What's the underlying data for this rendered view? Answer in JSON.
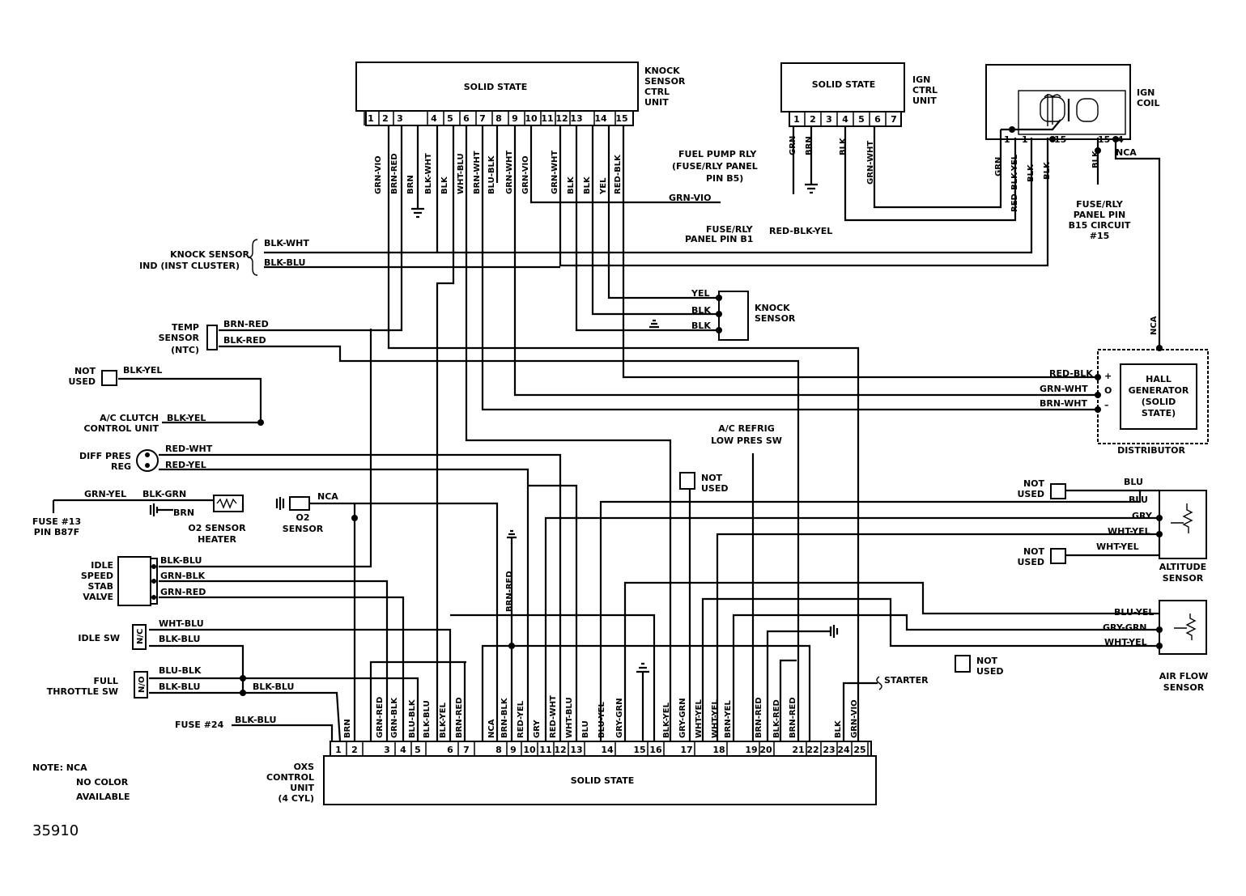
{
  "figure_id": "35910",
  "note": {
    "l1": "NOTE:  NCA",
    "l2": "NO COLOR",
    "l3": "AVAILABLE"
  },
  "knock_unit": {
    "title": "SOLID STATE",
    "name": [
      "KNOCK",
      "SENSOR",
      "CTRL",
      "UNIT"
    ],
    "pins": [
      "1",
      "2",
      "3",
      "4",
      "5",
      "6",
      "7",
      "8",
      "9",
      "10",
      "11",
      "12",
      "13",
      "14",
      "15"
    ],
    "wires": [
      "GRN-VIO",
      "BRN-RED",
      "BRN",
      "BLK-WHT",
      "BLK",
      "WHT-BLU",
      "BRN-WHT",
      "BLU-BLK",
      "GRN-WHT",
      "GRN-VIO",
      "GRN-WHT",
      "BLK",
      "BLK",
      "YEL",
      "RED-BLK"
    ]
  },
  "ign_unit": {
    "title": "SOLID STATE",
    "name": [
      "IGN",
      "CTRL",
      "UNIT"
    ],
    "pins": [
      "1",
      "2",
      "3",
      "4",
      "5",
      "6",
      "7"
    ],
    "wires": [
      "GRN",
      "BRN",
      "BLK",
      "GRN-WHT"
    ]
  },
  "ign_coil": {
    "name": [
      "IGN",
      "COIL"
    ],
    "pins": [
      "1",
      "1",
      "15",
      "15",
      "4"
    ],
    "wires": [
      "GRN",
      "RED-BLK-YEL",
      "BLK",
      "BLK",
      "BLK",
      "NCA"
    ]
  },
  "fuse_rly": {
    "l1": "FUSE/RLY",
    "l2": "PANEL PIN",
    "l3": "B15 CIRCUIT",
    "l4": "#15"
  },
  "fuel_pump": {
    "l1": "FUEL PUMP RLY",
    "l2": "(FUSE/RLY PANEL",
    "l3": "PIN B5)",
    "wire": "GRN-VIO"
  },
  "fuse_b1": {
    "l1": "FUSE/RLY",
    "l2": "PANEL PIN B1",
    "wire": "RED-BLK-YEL"
  },
  "knock_ind": {
    "l1": "KNOCK SENSOR",
    "l2": "IND (INST CLUSTER)",
    "w1": "BLK-WHT",
    "w2": "BLK-BLU"
  },
  "knock_sensor": {
    "name": [
      "KNOCK",
      "SENSOR"
    ],
    "wires": [
      "YEL",
      "BLK",
      "BLK"
    ]
  },
  "temp_sensor": {
    "name": [
      "TEMP",
      "SENSOR",
      "(NTC)"
    ],
    "wires": [
      "BRN-RED",
      "BLK-RED"
    ]
  },
  "not_used_1": {
    "l1": "NOT",
    "l2": "USED",
    "wire": "BLK-YEL"
  },
  "ac_clutch": {
    "l1": "A/C CLUTCH",
    "l2": "CONTROL UNIT",
    "wire": "BLK-YEL"
  },
  "distributor": {
    "name": "DISTRIBUTOR",
    "hall": [
      "HALL",
      "GENERATOR",
      "(SOLID",
      "STATE)"
    ],
    "nca": "NCA",
    "wires": [
      "RED-BLK",
      "GRN-WHT",
      "BRN-WHT"
    ],
    "signs": [
      "+",
      "O",
      "–"
    ]
  },
  "diff_pres": {
    "l1": "DIFF PRES",
    "l2": "REG",
    "wires": [
      "RED-WHT",
      "RED-YEL"
    ]
  },
  "ac_refrig": {
    "l1": "A/C  REFRIG",
    "l2": "LOW PRES SW"
  },
  "not_used_2": {
    "l1": "NOT",
    "l2": "USED"
  },
  "fuse13": {
    "l1": "FUSE #13",
    "l2": "PIN B87F",
    "w1": "GRN-YEL",
    "w2": "BLK-GRN"
  },
  "o2_heater": {
    "wire": "BRN",
    "l1": "O2 SENSOR",
    "l2": "HEATER"
  },
  "o2_sensor": {
    "wire": "NCA",
    "l1": "O2",
    "l2": "SENSOR"
  },
  "idle_valve": {
    "name": [
      "IDLE",
      "SPEED",
      "STAB",
      "VALVE"
    ],
    "wires": [
      "BLK-BLU",
      "GRN-BLK",
      "GRN-RED"
    ]
  },
  "idle_sw": {
    "name": "IDLE SW",
    "tag": "N/C",
    "wires": [
      "WHT-BLU",
      "BLK-BLU"
    ]
  },
  "full_throttle": {
    "l1": "FULL",
    "l2": "THROTTLE SW",
    "tag": "N/O",
    "wires": [
      "BLU-BLK",
      "BLK-BLU",
      "BLK-BLU"
    ]
  },
  "fuse24": {
    "label": "FUSE #24",
    "wire": "BLK-BLU"
  },
  "altitude": {
    "name": [
      "ALTITUDE",
      "SENSOR"
    ],
    "wires": [
      "BLU",
      "BLU",
      "GRY",
      "WHT-YEL",
      "WHT-YEL"
    ],
    "nu1": [
      "NOT",
      "USED"
    ],
    "nu2": [
      "NOT",
      "USED"
    ]
  },
  "air_flow": {
    "name": [
      "AIR FLOW",
      "SENSOR"
    ],
    "wires": [
      "BLU-YEL",
      "GRY-GRN",
      "WHT-YEL"
    ]
  },
  "starter": {
    "label": "STARTER"
  },
  "not_used_3": {
    "l1": "NOT",
    "l2": "USED"
  },
  "oxs_unit": {
    "title": "SOLID STATE",
    "name": [
      "OXS",
      "CONTROL",
      "UNIT",
      "(4 CYL)"
    ],
    "pins": [
      "1",
      "2",
      "3",
      "4",
      "5",
      "6",
      "7",
      "8",
      "9",
      "10",
      "11",
      "12",
      "13",
      "14",
      "15",
      "16",
      "17",
      "18",
      "19",
      "20",
      "21",
      "22",
      "23",
      "24",
      "25"
    ],
    "wires": [
      "BRN",
      "GRN-RED",
      "GRN-BLK",
      "BLU-BLK",
      "BLK-BLU",
      "BLK-YEL",
      "BRN-RED",
      "NCA",
      "BRN-BLK",
      "RED-YEL",
      "GRY",
      "RED-WHT",
      "WHT-BLU",
      "BLU",
      "BLU-YEL",
      "GRY-GRN",
      "BLK-YEL",
      "GRY-GRN",
      "WHT-YEL",
      "WHT-YEL",
      "BRN-YEL",
      "BRN-RED",
      "BLK-RED",
      "BRN-RED",
      "BLK",
      "GRN-VIO"
    ],
    "vert": "BRN-RED"
  }
}
